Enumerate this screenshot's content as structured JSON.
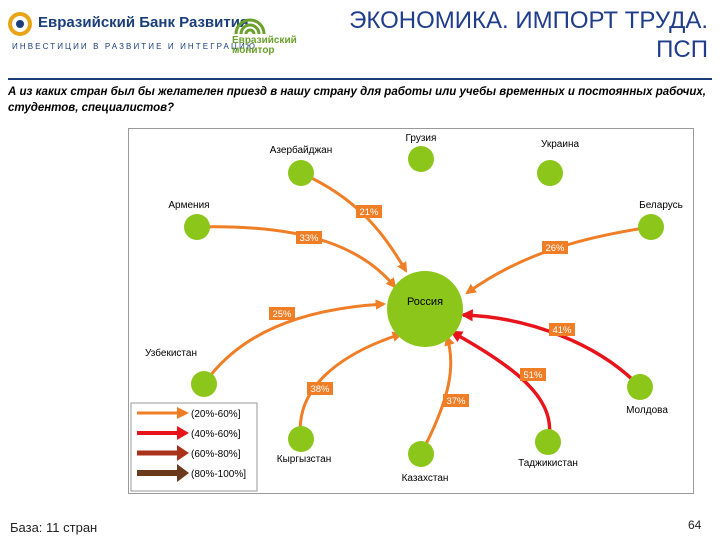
{
  "header": {
    "bank_name": "Евразийский Банк Развития",
    "bank_tagline": "ИНВЕСТИЦИИ В РАЗВИТИЕ И ИНТЕГРАЦИЮ",
    "monitor_line1": "Евразийский",
    "monitor_line2": "монитор",
    "title_line1": "ЭКОНОМИКА. ИМПОРТ ТРУДА.",
    "title_line2": "ПСП"
  },
  "question": "А из каких стран был бы желателен приезд в нашу страну для работы или учебы временных и постоянных рабочих, студентов, специалистов?",
  "diagram": {
    "center": "Россия",
    "nodes": [
      {
        "id": "azerbaijan",
        "label": "Азербайджан",
        "percent": "21%",
        "band": "orange"
      },
      {
        "id": "georgia",
        "label": "Грузия",
        "percent": "",
        "band": "none"
      },
      {
        "id": "ukraine",
        "label": "Украина",
        "percent": "",
        "band": "none"
      },
      {
        "id": "armenia",
        "label": "Армения",
        "percent": "33%",
        "band": "orange"
      },
      {
        "id": "belarus",
        "label": "Беларусь",
        "percent": "26%",
        "band": "orange"
      },
      {
        "id": "uzbekistan",
        "label": "Узбекистан",
        "percent": "25%",
        "band": "orange"
      },
      {
        "id": "moldova",
        "label": "Молдова",
        "percent": "41%",
        "band": "red"
      },
      {
        "id": "kyrgyzstan",
        "label": "Кыргызстан",
        "percent": "38%",
        "band": "orange"
      },
      {
        "id": "kazakhstan",
        "label": "Казахстан",
        "percent": "37%",
        "band": "orange"
      },
      {
        "id": "tajikistan",
        "label": "Таджикистан",
        "percent": "51%",
        "band": "red"
      }
    ],
    "legend": [
      {
        "label": "(20%-60%]",
        "color": "#f07e26"
      },
      {
        "label": "(40%-60%]",
        "color": "#e8141b"
      },
      {
        "label": "(60%-80%]",
        "color": "#a8321a"
      },
      {
        "label": "(80%-100%]",
        "color": "#6b3a1c"
      }
    ],
    "colors": {
      "node": "#8cc61b",
      "label_box": "#f07e26",
      "orange": "#f07e26",
      "red": "#e8141b"
    }
  },
  "footer": {
    "base": "База: 11 стран",
    "page": "64"
  }
}
